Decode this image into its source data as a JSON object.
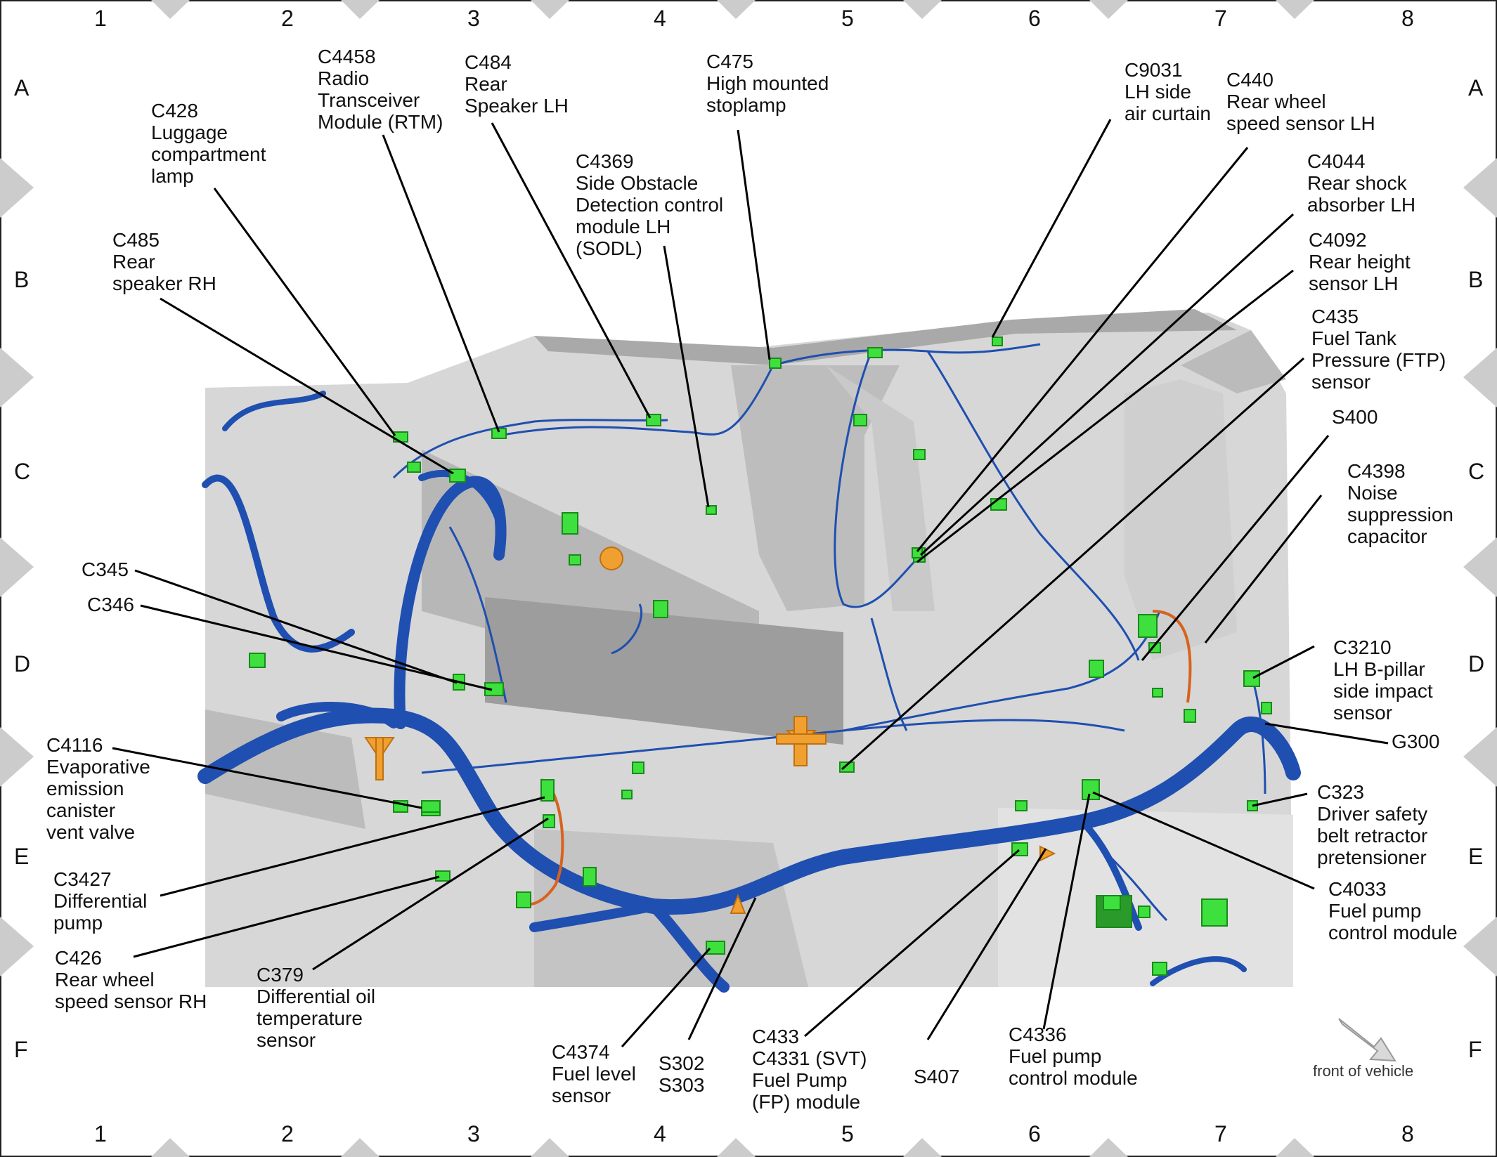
{
  "grid": {
    "columns": [
      "1",
      "2",
      "3",
      "4",
      "5",
      "6",
      "7",
      "8"
    ],
    "rows": [
      "A",
      "B",
      "C",
      "D",
      "E",
      "F"
    ]
  },
  "labels": [
    {
      "id": "c428",
      "text": "C428\nLuggage\ncompartment\nlamp"
    },
    {
      "id": "c4458",
      "text": "C4458\nRadio\nTransceiver\nModule (RTM)"
    },
    {
      "id": "c484",
      "text": "C484\nRear\nSpeaker LH"
    },
    {
      "id": "c475",
      "text": "C475\nHigh mounted\nstoplamp"
    },
    {
      "id": "c9031",
      "text": "C9031\nLH side\nair curtain"
    },
    {
      "id": "c440",
      "text": "C440\nRear wheel\nspeed sensor LH"
    },
    {
      "id": "c4369",
      "text": "C4369\nSide Obstacle\nDetection control\nmodule LH\n(SODL)"
    },
    {
      "id": "c4044",
      "text": "C4044\nRear shock\nabsorber LH"
    },
    {
      "id": "c485",
      "text": "C485\nRear\nspeaker RH"
    },
    {
      "id": "c4092",
      "text": "C4092\nRear height\nsensor LH"
    },
    {
      "id": "c435",
      "text": "C435\nFuel Tank\nPressure (FTP)\nsensor"
    },
    {
      "id": "s400",
      "text": "S400"
    },
    {
      "id": "c4398",
      "text": "C4398\nNoise\nsuppression\ncapacitor"
    },
    {
      "id": "c345",
      "text": "C345"
    },
    {
      "id": "c346",
      "text": "C346"
    },
    {
      "id": "c3210",
      "text": "C3210\nLH B-pillar\nside impact\nsensor"
    },
    {
      "id": "g300",
      "text": "G300"
    },
    {
      "id": "c4116",
      "text": "C4116\nEvaporative\nemission\ncanister\nvent valve"
    },
    {
      "id": "c323",
      "text": "C323\nDriver safety\nbelt retractor\npretensioner"
    },
    {
      "id": "c3427",
      "text": "C3427\nDifferential\npump"
    },
    {
      "id": "c4033",
      "text": "C4033\nFuel pump\ncontrol module"
    },
    {
      "id": "c426",
      "text": "C426\nRear wheel\nspeed sensor RH"
    },
    {
      "id": "c379",
      "text": "C379\nDifferential oil\ntemperature\nsensor"
    },
    {
      "id": "c4374",
      "text": "C4374\nFuel level\nsensor"
    },
    {
      "id": "s302",
      "text": "S302\nS303"
    },
    {
      "id": "c433",
      "text": "C433\nC4331 (SVT)\nFuel Pump\n(FP) module"
    },
    {
      "id": "s407",
      "text": "S407"
    },
    {
      "id": "c4336",
      "text": "C4336\nFuel pump\ncontrol module"
    }
  ],
  "orientation": {
    "text": "front of vehicle"
  },
  "colors": {
    "harness": "#1f4fb0",
    "connector": "#3de03d",
    "splice": "#f0a030",
    "body": "#c8c8c8",
    "border_diamond": "#cccccc"
  }
}
